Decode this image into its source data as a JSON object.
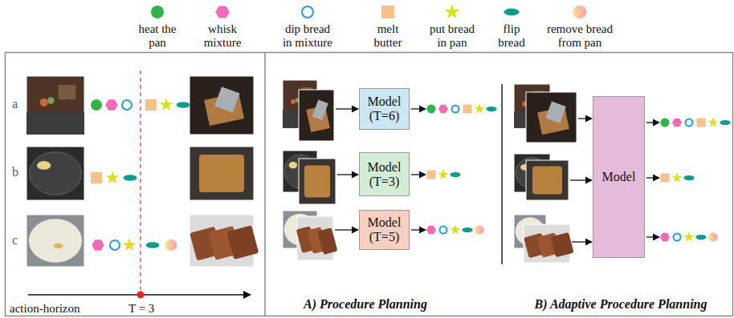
{
  "diagram": {
    "nodes": [
      {
        "text": [
          "Model (T=6)"
        ]
      },
      {
        "text": [
          "Model (T=3)"
        ]
      },
      {
        "text": [
          "Model (T=5)"
        ]
      },
      {
        "text": [
          "Model"
        ]
      }
    ],
    "labels": [
      "a",
      "b",
      "c",
      "action-horizon",
      "T = 3",
      "A) Procedure Planning",
      "B) Adaptive Procedure Planning"
    ],
    "legend": [
      {
        "text": "heat the pan"
      },
      {
        "text": "whisk mixture"
      },
      {
        "text": "dip bread in mixture"
      },
      {
        "text": "melt butter"
      },
      {
        "text": "put bread in pan"
      },
      {
        "text": "flip bread"
      },
      {
        "text": "remove bread from pan"
      }
    ]
  }
}
